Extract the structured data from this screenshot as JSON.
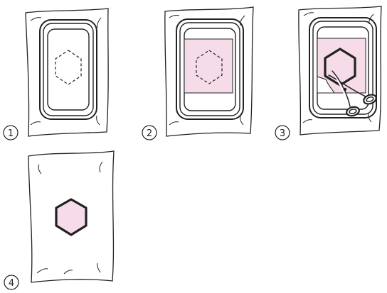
{
  "steps": [
    {
      "label": "1",
      "name": "step-1",
      "has_fabric": false,
      "has_pink_patch": false,
      "has_scissors": false,
      "outline_style": "dashed"
    },
    {
      "label": "2",
      "name": "step-2",
      "has_fabric": false,
      "has_pink_patch": true,
      "has_scissors": false,
      "outline_style": "dashed"
    },
    {
      "label": "3",
      "name": "step-3",
      "has_fabric": false,
      "has_pink_patch": true,
      "has_scissors": true,
      "outline_style": "solid-thick"
    },
    {
      "label": "4",
      "name": "step-4",
      "has_fabric": true,
      "has_pink_patch": false,
      "has_scissors": false,
      "outline_style": "solid-thick-filled"
    }
  ],
  "colors": {
    "line": "#222222",
    "pink": "#f6dbe9",
    "background": "#ffffff"
  },
  "icons": {
    "number_marker": "circled-number",
    "tool": "scissors-icon",
    "shape": "hexagon-outline"
  }
}
